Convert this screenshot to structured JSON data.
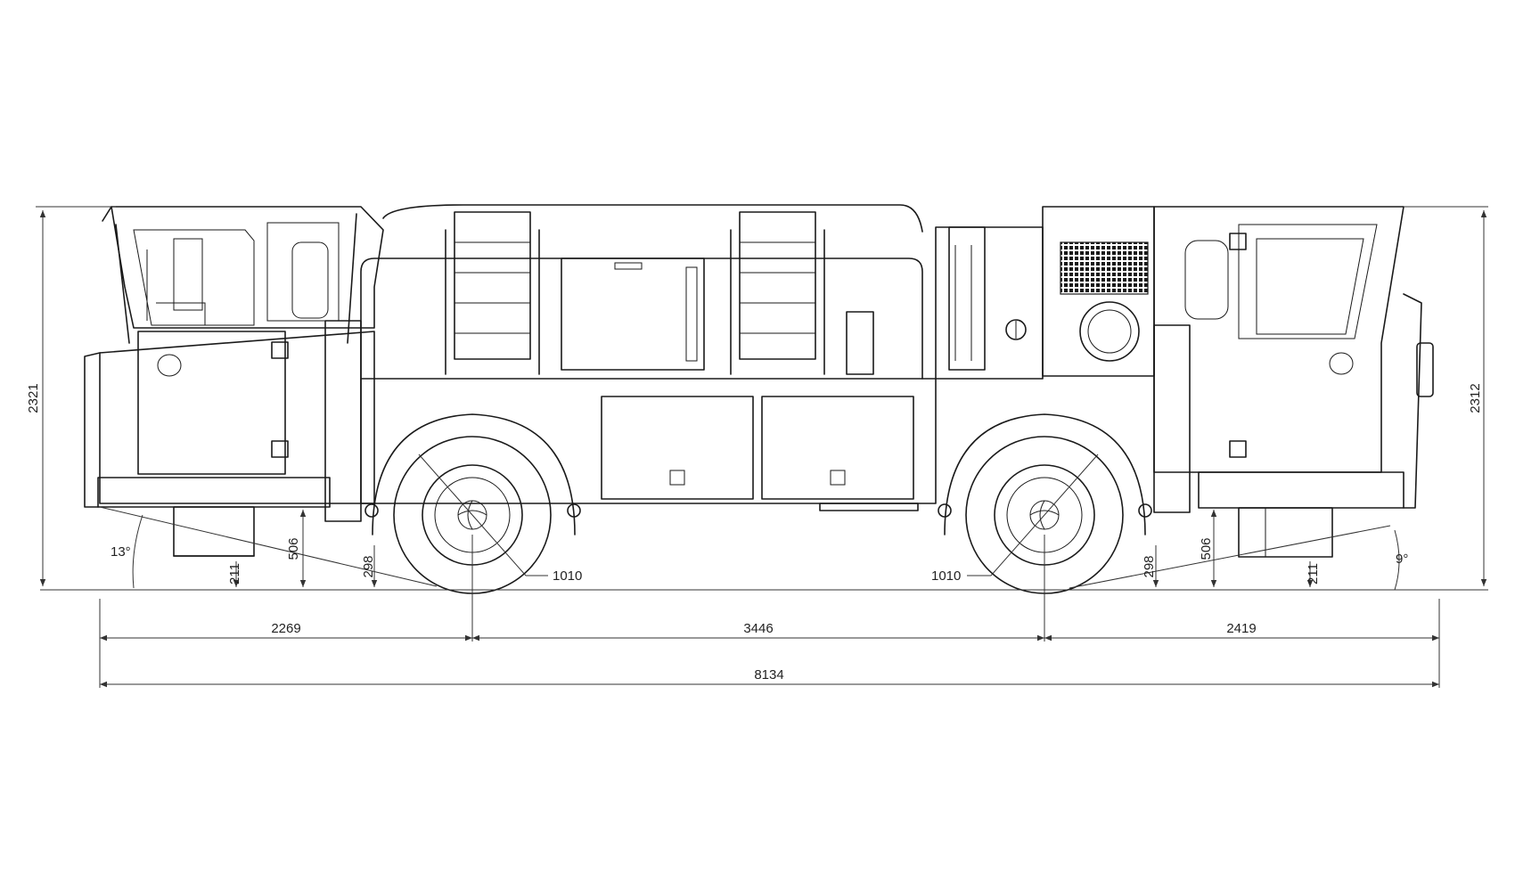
{
  "drawing": {
    "dimensions": {
      "overall_length": "8134",
      "front_overhang": "2269",
      "wheelbase": "3446",
      "rear_overhang": "2419",
      "height_front": "2321",
      "height_rear": "2312",
      "approach_angle": "13°",
      "departure_angle": "9°",
      "front_clearance_step": "211",
      "front_clearance_body": "506",
      "front_clearance_axle": "298",
      "rear_clearance_axle": "298",
      "rear_clearance_body": "506",
      "rear_clearance_step": "211",
      "front_wheel_diameter": "1010",
      "rear_wheel_diameter": "1010"
    }
  }
}
